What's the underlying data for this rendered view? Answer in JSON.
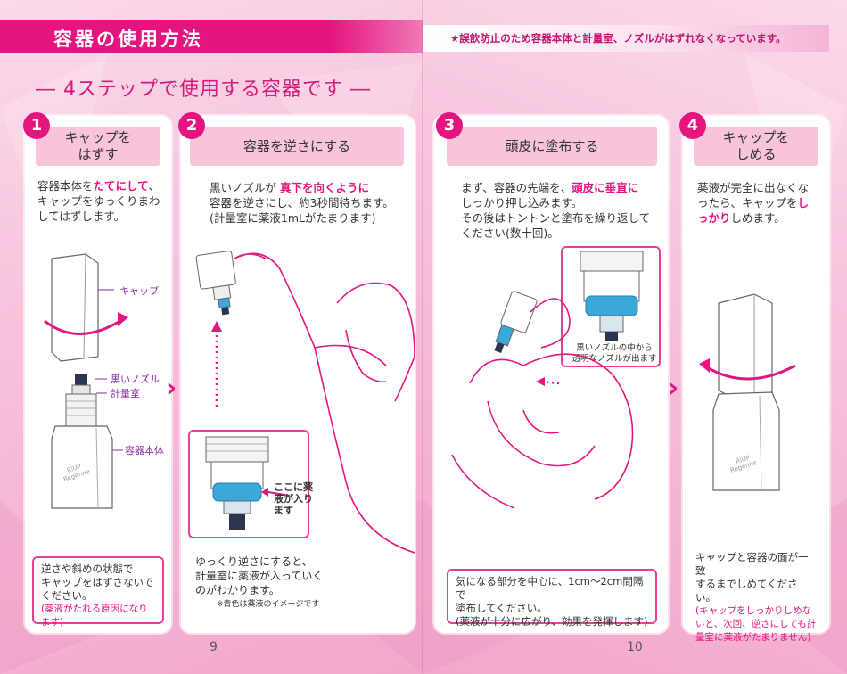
{
  "header": {
    "title": "容器の使用方法",
    "notice": "★誤飲防止のため容器本体と計量室、ノズルがはずれなくなっています。"
  },
  "subtitle": "― 4ステップで使用する容器です ―",
  "steps": [
    {
      "number": "1",
      "heading_line1": "キャップを",
      "heading_line2": "はずす",
      "body_a": "容器本体を",
      "body_hl": "たてにして",
      "body_b": "、キャップをゆっくりまわしてはずします。",
      "labels": {
        "cap": "キャップ",
        "nozzle": "黒いノズル",
        "measure": "計量室",
        "body": "容器本体"
      },
      "note_line1": "逆さや斜めの状態で",
      "note_line2": "キャップをはずさないで",
      "note_line3": "ください。",
      "note_pink": "(薬液がたれる原因になります)"
    },
    {
      "number": "2",
      "heading": "容器を逆さにする",
      "body_a": "黒いノズルが ",
      "body_hl": "真下を向くように",
      "body_b": "容器を逆さにし、約3秒間待ちます。",
      "body_c": "(計量室に薬液1mLがたまります)",
      "inset_label": "ここに薬液が入ります",
      "note_line1": "ゆっくり逆さにすると、",
      "note_line2": "計量室に薬液が入っていく",
      "note_line3": "のがわかります。",
      "footnote": "※青色は薬液のイメージです"
    },
    {
      "number": "3",
      "heading": "頭皮に塗布する",
      "body_a": "まず、容器の先端を、",
      "body_hl": "頭皮に垂直に",
      "body_b": "しっかり押し込みます。",
      "body_c": "その後はトントンと塗布を繰り返してください(数十回)。",
      "inset_label_line1": "黒いノズルの中から",
      "inset_label_line2": "透明なノズルが出ます",
      "note_line1": "気になる部分を中心に、1cm〜2cm間隔で",
      "note_line2": "塗布してください。",
      "note_line3": "(薬液が十分に広がり、効果を発揮します)"
    },
    {
      "number": "4",
      "heading_line1": "キャップを",
      "heading_line2": "しめる",
      "body_a": "薬液が完全に出なくなったら、キャップを",
      "body_hl": "しっかり",
      "body_b": "しめます。",
      "note_line1": "キャップと容器の面が一致",
      "note_line2": "するまでしめてください。",
      "note_pink": "(キャップをしっかりしめないと、次回、逆さにしても計量室に薬液がたまりません)"
    }
  ],
  "brand_label": "RiUP Regenne",
  "page_numbers": {
    "left": "9",
    "right": "10"
  },
  "colors": {
    "accent": "#e4157f",
    "card_head": "#f7c4dc",
    "background": "#f7c9df",
    "liquid": "#3aa8d8"
  }
}
